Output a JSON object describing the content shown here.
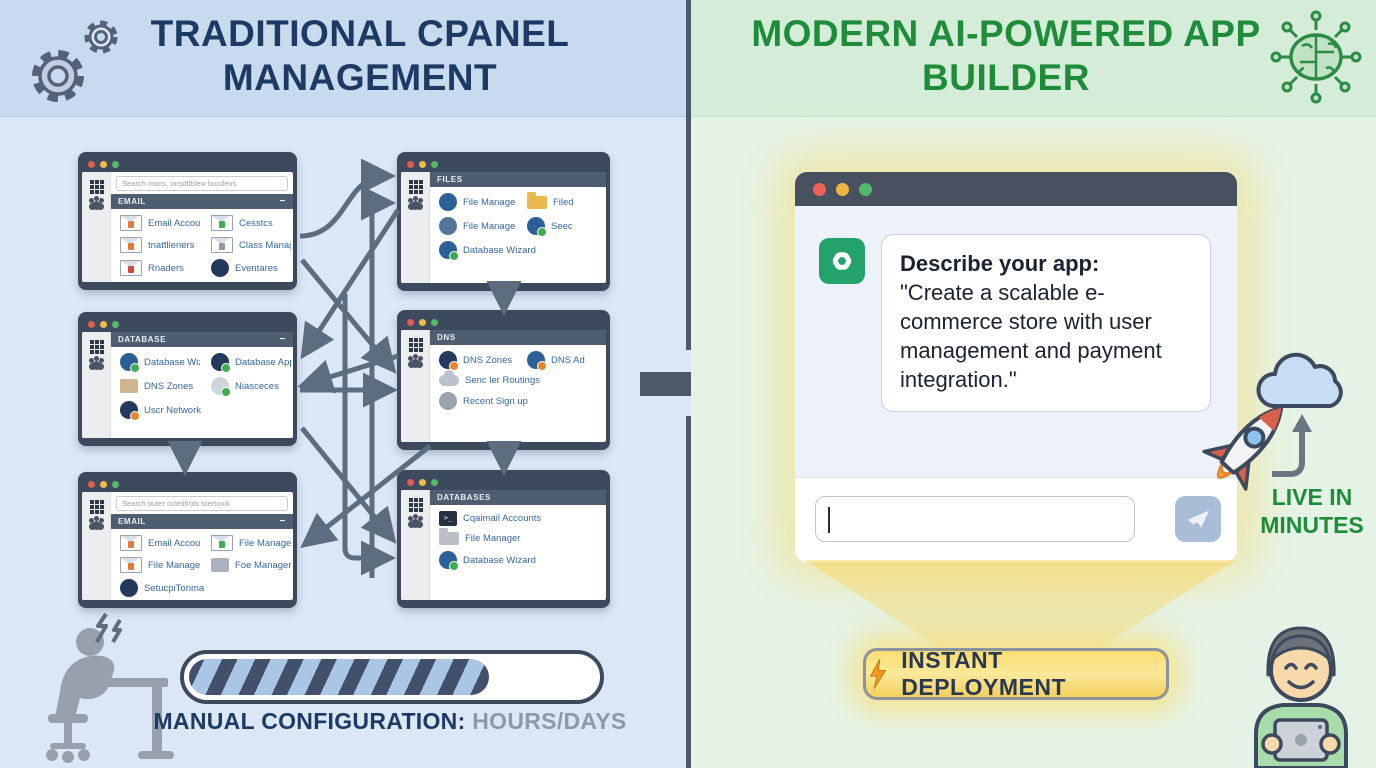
{
  "colors": {
    "left_accent": "#1c3a63",
    "right_accent": "#1f8c3b",
    "window_frame": "#3d4a5d",
    "arrow_gray": "#5d6c7e",
    "openai_green": "#23a36b",
    "badge_gold": "#f7d869"
  },
  "left_panel": {
    "title": "TRADITIONAL cPANEL MANAGEMENT",
    "windows": [
      {
        "section": "EMAIL",
        "search": "Search mons, onsdtlblew bocdens",
        "minimize": "−",
        "items": [
          {
            "label": "Email Accounts",
            "icon": "envelope-icon"
          },
          {
            "label": "Cesstcs",
            "icon": "envelope-icon"
          },
          {
            "label": "tnattlieners",
            "icon": "envelope-icon"
          },
          {
            "label": "Class Manager",
            "icon": "envelope-icon"
          },
          {
            "label": "Rnaders",
            "icon": "envelope-icon"
          },
          {
            "label": "Eventares",
            "icon": "database-icon"
          }
        ]
      },
      {
        "section": "FILES",
        "items": [
          {
            "label": "File Manager",
            "icon": "file-manager-icon"
          },
          {
            "label": "Filed",
            "icon": "folder-icon"
          },
          {
            "label": "File Manager",
            "icon": "file-manager-icon"
          },
          {
            "label": "Seec",
            "icon": "file-manager-icon"
          },
          {
            "label": "Database Wizard",
            "icon": "database-icon"
          }
        ]
      },
      {
        "section": "DATABASE",
        "minimize": "−",
        "items": [
          {
            "label": "Database Wizard",
            "icon": "database-icon"
          },
          {
            "label": "Database Application",
            "icon": "database-icon"
          },
          {
            "label": "DNS Zones",
            "icon": "dns-icon"
          },
          {
            "label": "Niasceces",
            "icon": "service-icon"
          },
          {
            "label": "Uscr Network",
            "icon": "network-icon"
          }
        ]
      },
      {
        "section": "DNS",
        "items": [
          {
            "label": "DNS Zones",
            "icon": "dns-icon"
          },
          {
            "label": "DNS Ad",
            "icon": "dns-icon"
          },
          {
            "label": "Senc ler Routings",
            "icon": "cloud-icon"
          },
          {
            "label": "Recent Sign up",
            "icon": "signup-icon"
          }
        ]
      },
      {
        "section": "EMAIL",
        "search": "Search outer octelifrots toertonik",
        "minimize": "−",
        "items": [
          {
            "label": "Email Accounts",
            "icon": "envelope-icon"
          },
          {
            "label": "File Manager",
            "icon": "envelope-icon"
          },
          {
            "label": "File Manager",
            "icon": "envelope-icon"
          },
          {
            "label": "Foe Managers",
            "icon": "box-icon"
          },
          {
            "label": "SetucpiTonma",
            "icon": "database-icon"
          }
        ]
      },
      {
        "section": "DATABASES",
        "items": [
          {
            "label": "Cqaimail Accounts",
            "icon": "terminal-icon"
          },
          {
            "label": "File Manager",
            "icon": "folder-icon"
          },
          {
            "label": "Database Wizard",
            "icon": "database-icon"
          }
        ]
      }
    ],
    "progress": {
      "label": "MANUAL CONFIGURATION:",
      "value_label": "HOURS/DAYS",
      "percent": 74
    }
  },
  "right_panel": {
    "title": "MODERN AI-POWERED APP BUILDER",
    "chat": {
      "prompt_title": "Describe your app:",
      "prompt_body": "\"Create a scalable e-commerce store with user management and payment integration.\"",
      "input_value": ""
    },
    "badge_label": "INSTANT DEPLOYMENT",
    "live_label": "LIVE IN MINUTES"
  }
}
